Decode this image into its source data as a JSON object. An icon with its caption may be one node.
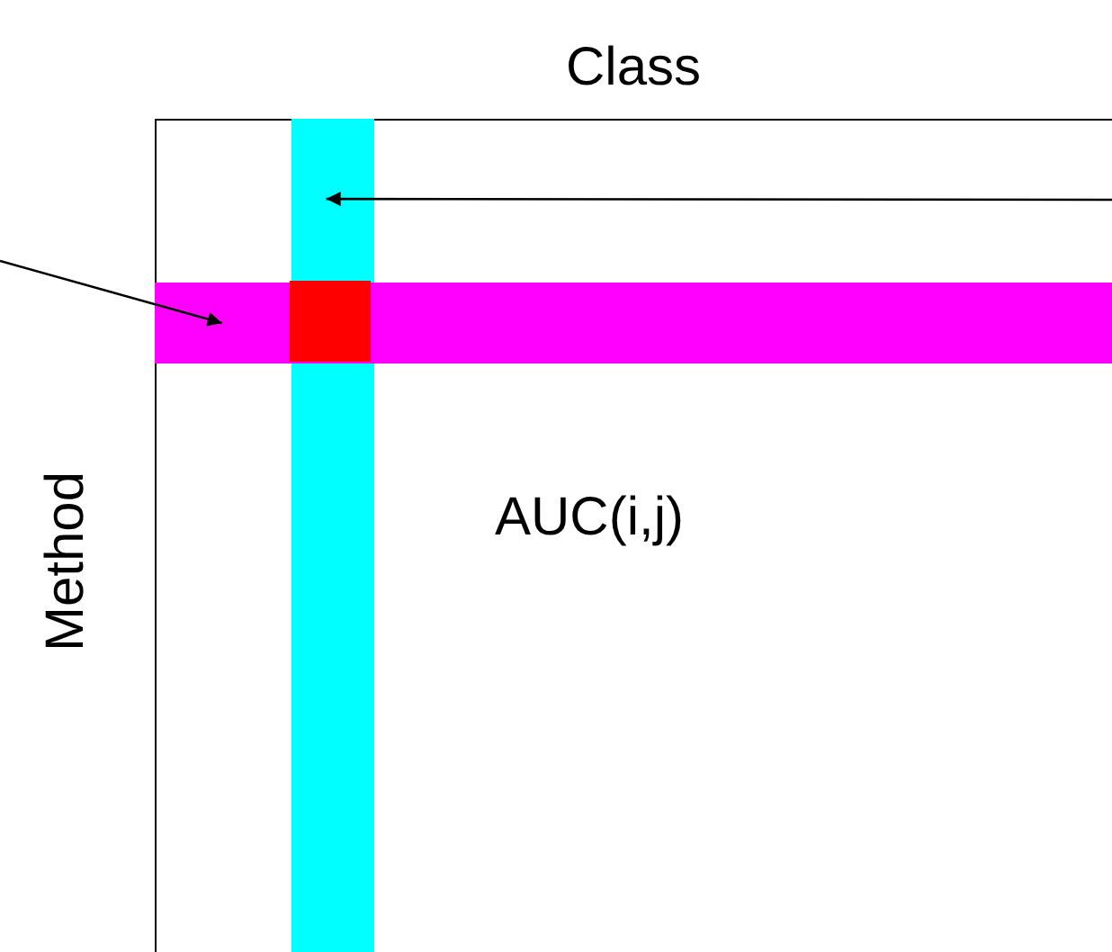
{
  "diagram": {
    "nodes": [
      {
        "text": [
          "AUC(i,j)"
        ]
      },
      {
        "text": [],
        "shape": "bar",
        "in": 0
      },
      {
        "text": [],
        "shape": "bar",
        "in": 0
      },
      {
        "text": [],
        "shape": "box"
      }
    ],
    "edges": [
      {
        "from": null,
        "to": 2,
        "arrow": "to"
      },
      {
        "from": null,
        "to": 1,
        "arrow": "to"
      }
    ],
    "labels": [
      "Class",
      "Method"
    ]
  }
}
